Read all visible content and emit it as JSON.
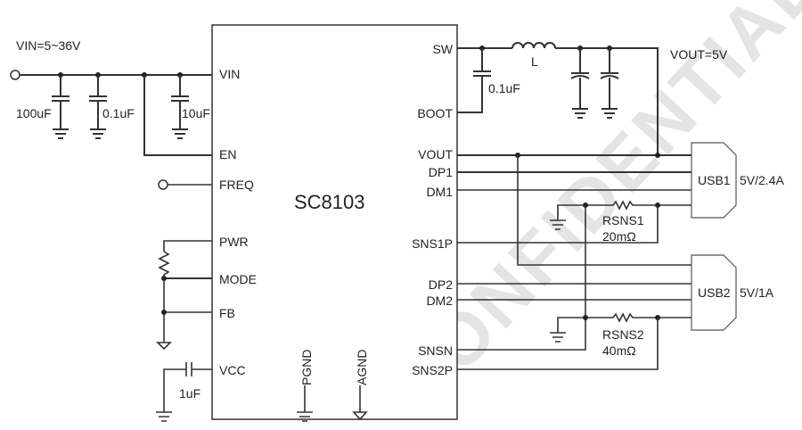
{
  "watermark": "CONFIDENTIAL",
  "chip": {
    "name": "SC8103",
    "left_pins": [
      "VIN",
      "EN",
      "FREQ",
      "PWR",
      "MODE",
      "FB",
      "VCC"
    ],
    "right_pins": [
      "SW",
      "BOOT",
      "VOUT",
      "DP1",
      "DM1",
      "SNS1P",
      "DP2",
      "DM2",
      "SNSN",
      "SNS2P"
    ],
    "bottom_pins": [
      "PGND",
      "AGND"
    ]
  },
  "labels": {
    "vin": "VIN=5~36V",
    "vout": "VOUT=5V",
    "inductor": "L",
    "c_in1": "100uF",
    "c_in2": "0.1uF",
    "c_in3": "10uF",
    "c_boot": "0.1uF",
    "c_vcc": "1uF",
    "rsns1_name": "RSNS1",
    "rsns1_value": "20mΩ",
    "rsns2_name": "RSNS2",
    "rsns2_value": "40mΩ"
  },
  "usb": [
    {
      "name": "USB1",
      "rating": "5V/2.4A"
    },
    {
      "name": "USB2",
      "rating": "5V/1A"
    }
  ]
}
